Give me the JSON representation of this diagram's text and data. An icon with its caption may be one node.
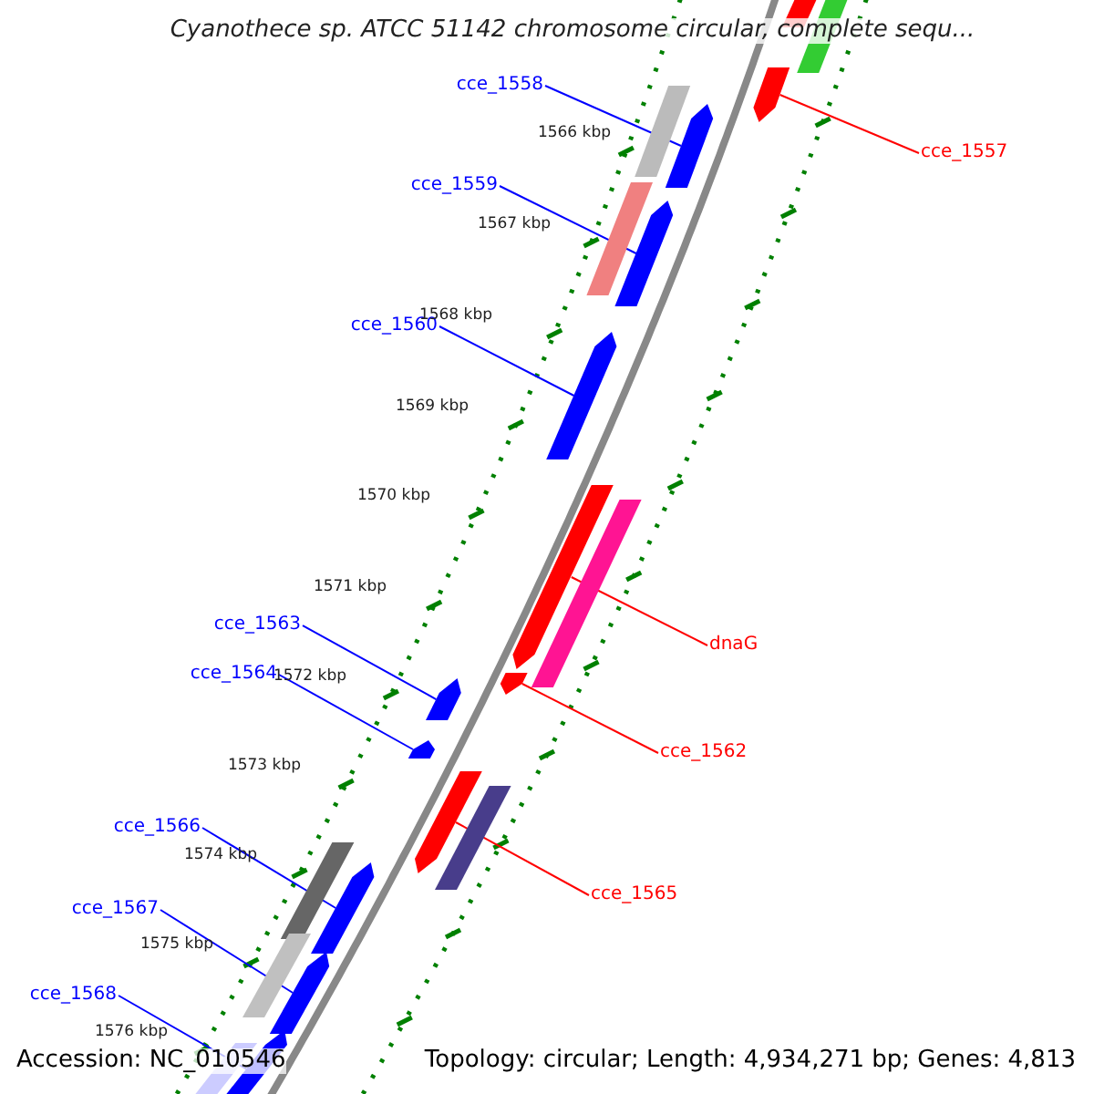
{
  "diagram": {
    "title": "Cyanothece sp. ATCC 51142 chromosome circular, complete sequ...",
    "nodes": [
      {
        "text": [
          "cce_1557"
        ]
      },
      {
        "text": [
          "cce_1558"
        ]
      },
      {
        "text": [
          "cce_1559"
        ]
      },
      {
        "text": [
          "cce_1560"
        ]
      },
      {
        "text": [
          "dnaG"
        ]
      },
      {
        "text": [
          "cce_1562"
        ]
      },
      {
        "text": [
          "cce_1563"
        ]
      },
      {
        "text": [
          "cce_1564"
        ]
      },
      {
        "text": [
          "cce_1565"
        ]
      },
      {
        "text": [
          "cce_1566"
        ]
      },
      {
        "text": [
          "cce_1567"
        ]
      },
      {
        "text": [
          "cce_1568"
        ]
      },
      {
        "text": [],
        "shape": "arrow"
      },
      {
        "text": [],
        "shape": "arrow"
      },
      {
        "text": [],
        "shape": "arrow"
      },
      {
        "text": [],
        "shape": "arrow"
      },
      {
        "text": [],
        "shape": "arrow"
      },
      {
        "text": [],
        "shape": "arrow"
      },
      {
        "text": [],
        "shape": "arrow"
      },
      {
        "text": [],
        "shape": "arrow"
      },
      {
        "text": [],
        "shape": "arrow"
      },
      {
        "text": [],
        "shape": "arrow"
      },
      {
        "text": [],
        "shape": "arrow"
      },
      {
        "text": [],
        "shape": "arrow"
      },
      {
        "text": [],
        "shape": "bar"
      },
      {
        "text": [],
        "shape": "bar"
      },
      {
        "text": [],
        "shape": "bar"
      },
      {
        "text": [],
        "shape": "bar"
      },
      {
        "text": [],
        "shape": "bar"
      },
      {
        "text": [],
        "shape": "bar"
      },
      {
        "text": [],
        "shape": "bar"
      },
      {
        "text": [],
        "shape": "bar"
      },
      {
        "text": [],
        "shape": "bar"
      }
    ],
    "edges": [
      {
        "from": 0,
        "to": 12,
        "arrow": "none",
        "color": "#ff0000"
      },
      {
        "from": 1,
        "to": 13,
        "arrow": "none"
      },
      {
        "from": 2,
        "to": 14,
        "arrow": "none"
      },
      {
        "from": 3,
        "to": 15,
        "arrow": "none"
      },
      {
        "from": 4,
        "to": 16,
        "arrow": "none",
        "color": "#ff0000"
      },
      {
        "from": 5,
        "to": 17,
        "arrow": "none",
        "color": "#ff0000"
      },
      {
        "from": 6,
        "to": 18,
        "arrow": "none"
      },
      {
        "from": 7,
        "to": 19,
        "arrow": "none"
      },
      {
        "from": 8,
        "to": 20,
        "arrow": "none",
        "color": "#ff0000"
      },
      {
        "from": 9,
        "to": 21,
        "arrow": "none"
      },
      {
        "from": 10,
        "to": 22,
        "arrow": "none"
      },
      {
        "from": 11,
        "to": 23,
        "arrow": "none"
      }
    ],
    "labels": [
      "1566 kbp",
      "1567 kbp",
      "1568 kbp",
      "1569 kbp",
      "1570 kbp",
      "1571 kbp",
      "1572 kbp",
      "1573 kbp",
      "1574 kbp",
      "1575 kbp",
      "1576 kbp",
      "Accession: NC_010546",
      "Topology: circular; Length: 4,934,271 bp; Genes: 4,813"
    ]
  }
}
